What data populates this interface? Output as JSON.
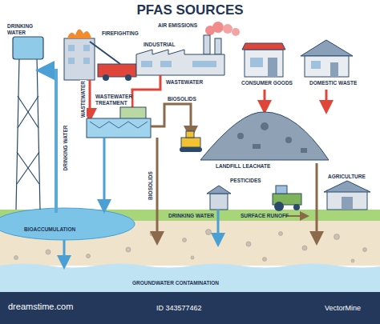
{
  "diagram": {
    "title": "PFAS SOURCES",
    "labels": [
      "FIREFIGHTING",
      "AIR EMISSIONS",
      "DRINKING WATER",
      "INDUSTRIAL",
      "CONSUMER GOODS",
      "DOMESTIC WASTE",
      "WASTEWATER",
      "WASTEWATER",
      "WASTEWATER TREATMENT",
      "BIOSOLIDS",
      "LANDFILL LEACHATE",
      "DRINKING WATER",
      "BIOSOLIDS",
      "PESTICIDES",
      "AGRICULTURE",
      "DRINKING WATER",
      "SURFACE RUNOFF",
      "BIOACCUMULATION",
      "GROUNDWATER CONTAMINATION",
      "dreamstime.com",
      "ID 343577462",
      "VectorMine"
    ]
  }
}
